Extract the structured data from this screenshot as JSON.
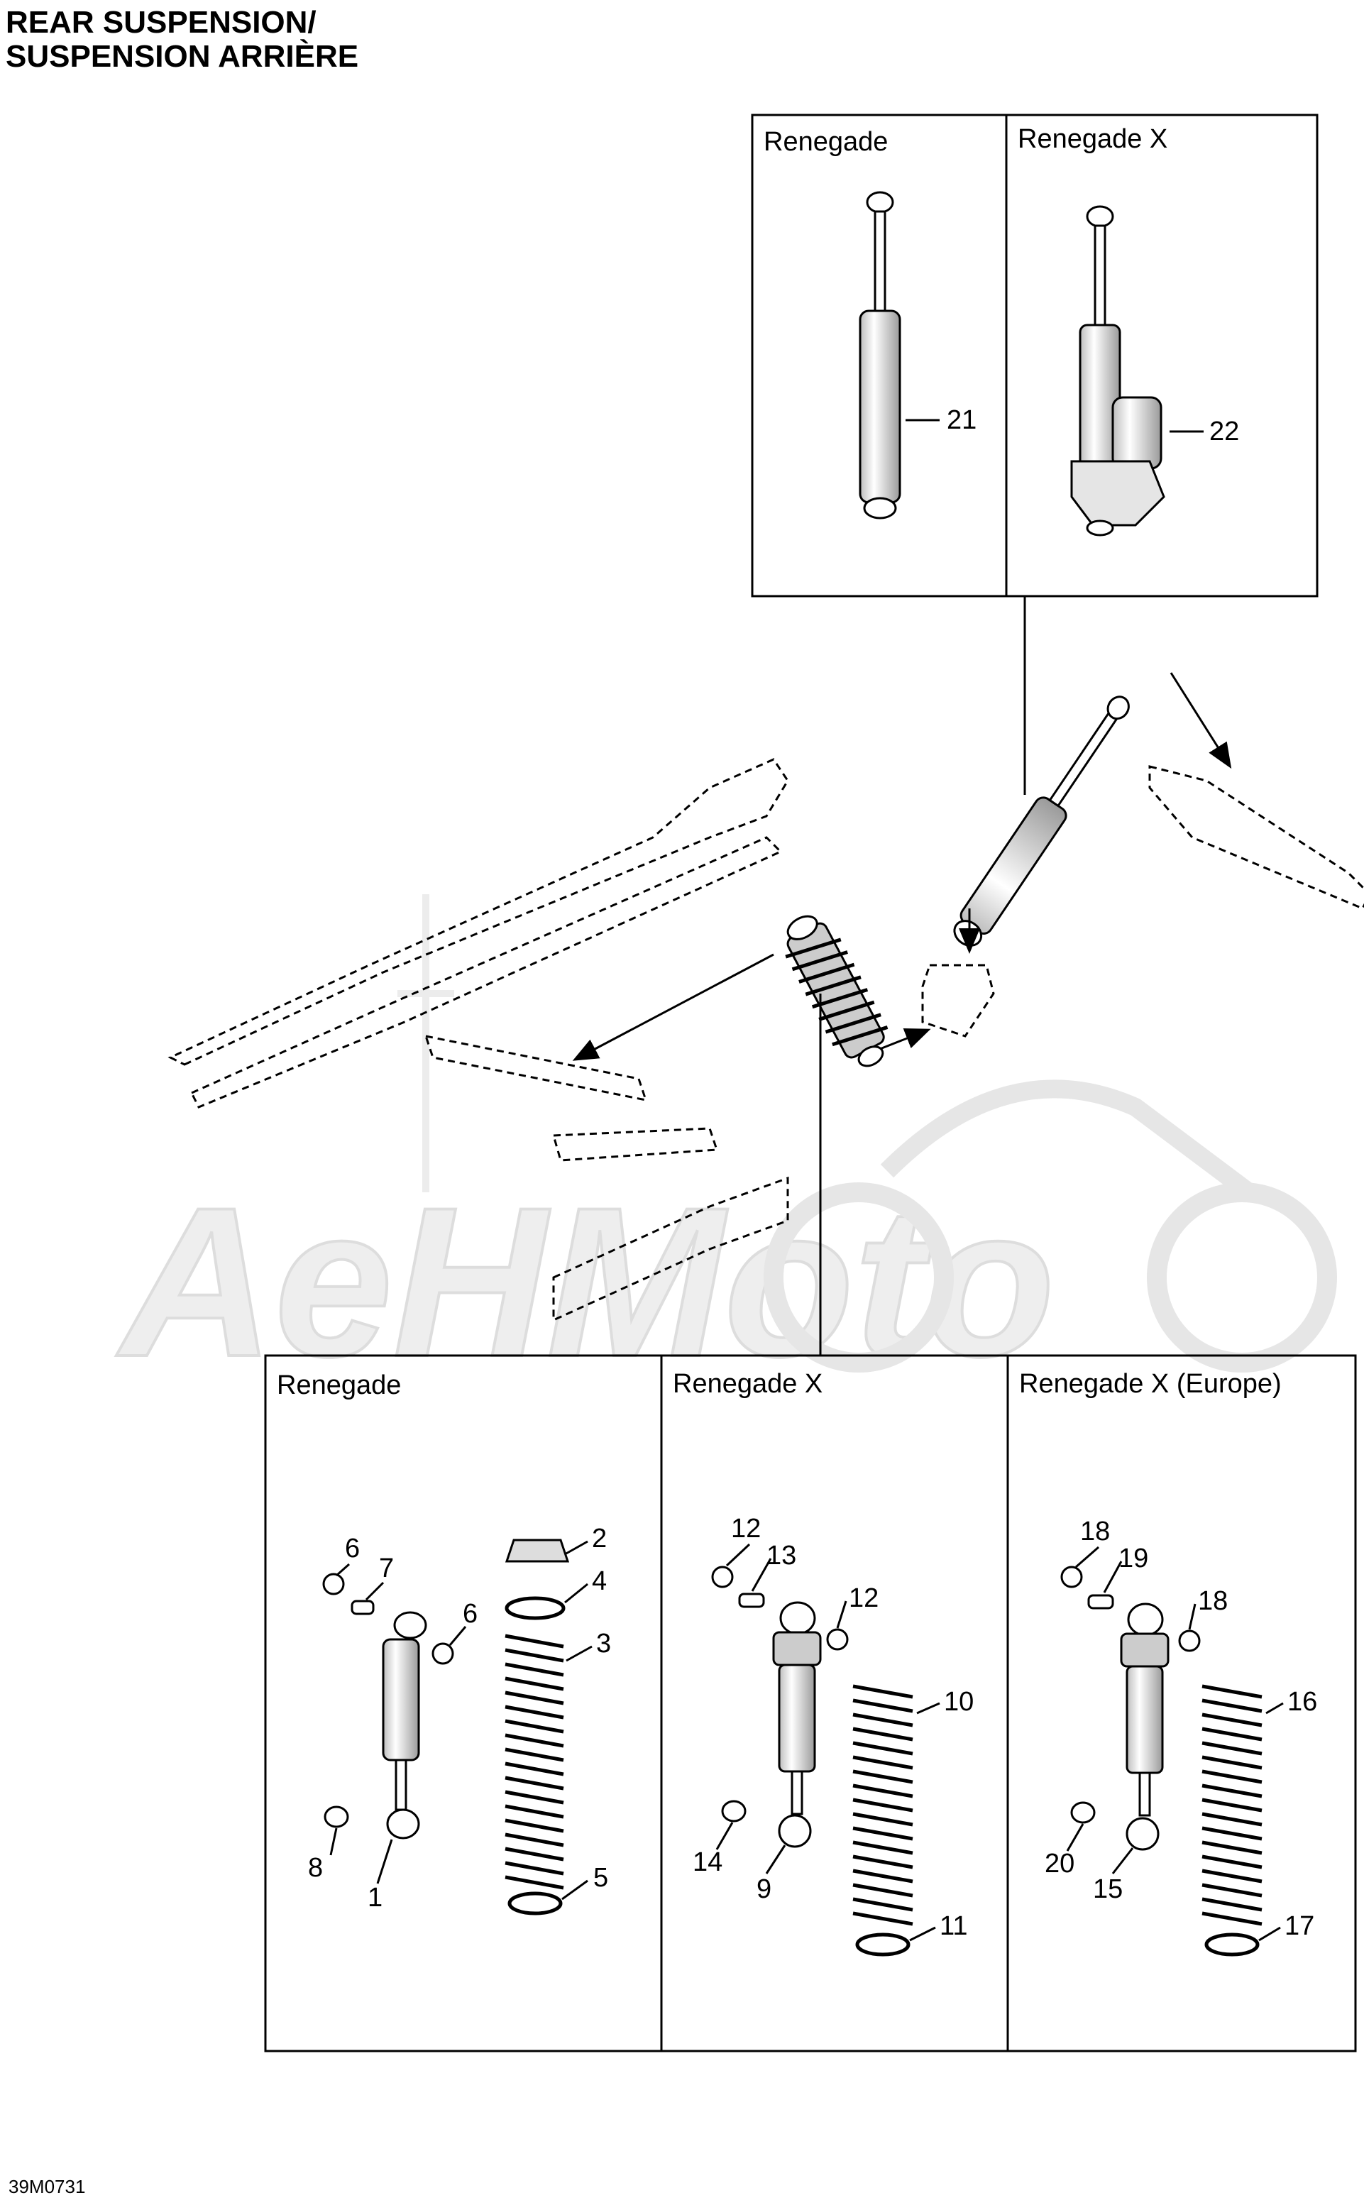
{
  "header": {
    "title_en": "REAR SUSPENSION/",
    "title_fr": "SUSPENSION ARRIÈRE"
  },
  "drawing_code": "39M0731",
  "watermark_text": "AeHMoto",
  "top_panel": {
    "left_label": "Renegade",
    "right_label": "Renegade X",
    "callouts": [
      "21",
      "22"
    ]
  },
  "bottom_panel": {
    "col1_label": "Renegade",
    "col2_label": "Renegade X",
    "col3_label": "Renegade X (Europe)",
    "col1_callouts": [
      "6",
      "7",
      "6",
      "2",
      "4",
      "3",
      "8",
      "1",
      "5"
    ],
    "col2_callouts": [
      "12",
      "13",
      "12",
      "10",
      "14",
      "9",
      "11"
    ],
    "col3_callouts": [
      "18",
      "19",
      "18",
      "16",
      "20",
      "15",
      "17"
    ]
  },
  "colors": {
    "line": "#000000",
    "shade": "#cfcfcf",
    "watermark": "#ececec"
  }
}
